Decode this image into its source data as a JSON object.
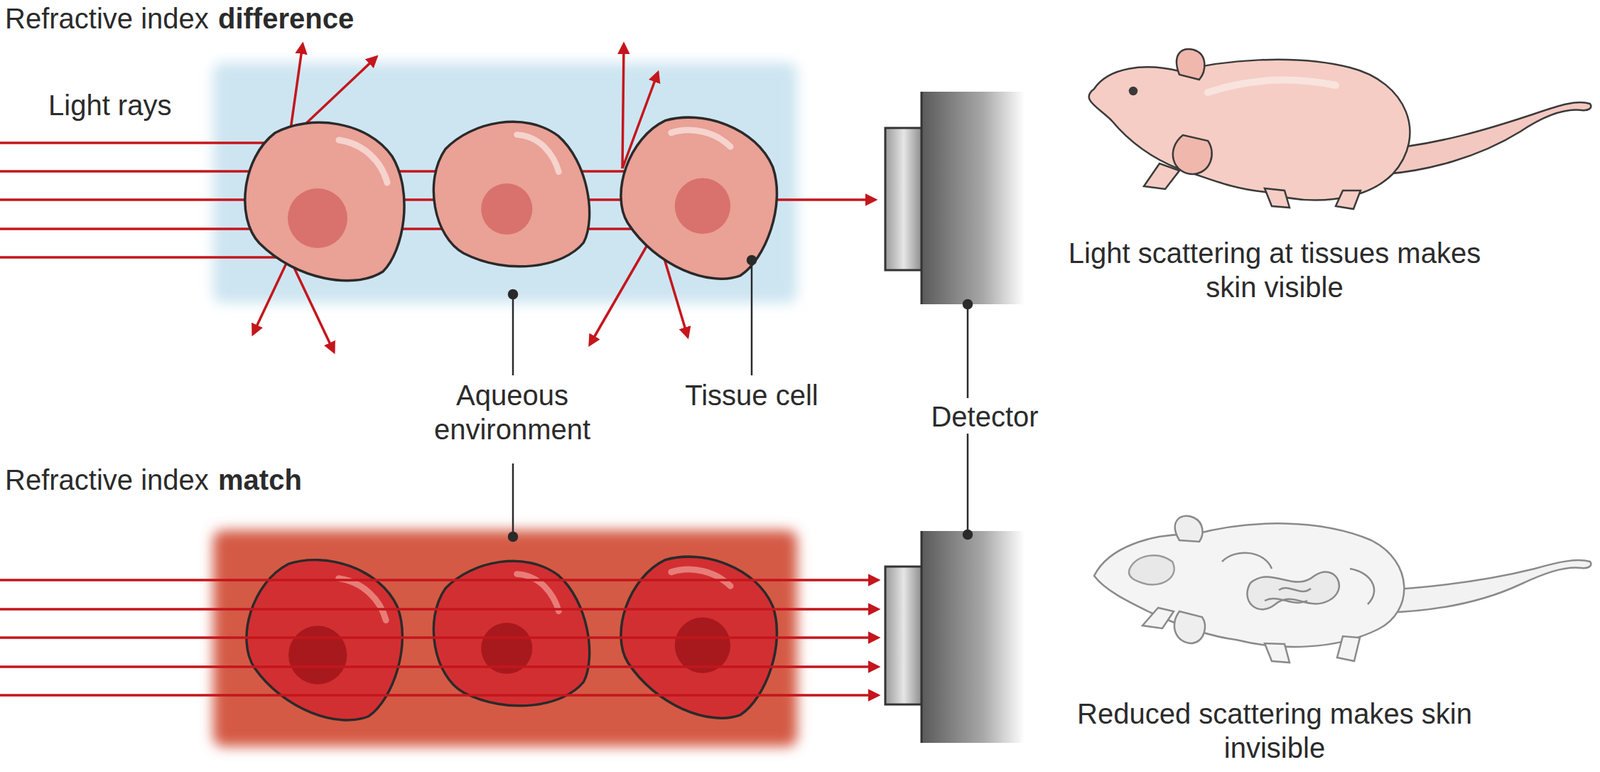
{
  "diagram": {
    "labels": [
      "Refractive index",
      "difference",
      "Light rays",
      "Aqueous environment",
      "Tissue cell",
      "Detector",
      "Light scattering at tissues makes skin visible",
      "Refractive index",
      "match",
      "Reduced scattering makes skin invisible"
    ]
  }
}
